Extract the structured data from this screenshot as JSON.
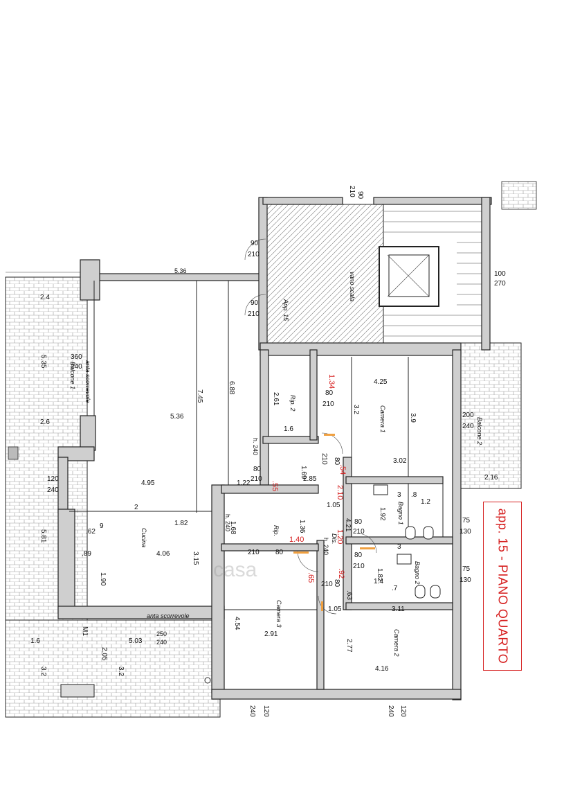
{
  "title": "app. 15 - PIANO QUARTO",
  "watermark": "casa",
  "rooms": {
    "balcone1": "Balcone 1",
    "balcone2": "Balcone 2",
    "vano_scala": "vano scala",
    "app15": "App. 15",
    "rip2": "Rip. 2",
    "rip": "Rip.",
    "camera1": "Camera 1",
    "camera2": "Camera 2",
    "camera3": "Camera 3",
    "cucina": "Cucina",
    "bagno1": "Bagno 1",
    "bagno2": "Bagno 2",
    "dis": "Dis.",
    "anta1": "anta scorrevole",
    "anta2": "anta scorrevole",
    "m1": "M1",
    "h240a": "h. 240",
    "h240b": "h. 240",
    "h240c": "h. 240"
  },
  "dims": {
    "d210_top": "210",
    "d90_top": "90",
    "d90a": "90",
    "d210a": "210",
    "d90b": "90",
    "d210b": "210",
    "d100": "100",
    "d270": "270",
    "d536_top": "5.36",
    "d24": "2.4",
    "d535": "5.35",
    "d360": "360",
    "d240a": "240",
    "d26": "2.6",
    "d745": "7.45",
    "d536": "5.36",
    "d688": "6.88",
    "d120a": "120",
    "d240b": "240",
    "d495": "4.95",
    "d122": "1.22",
    "d2": "2",
    "d182": "1.82",
    "d168": "1.68",
    "d581": "5.81",
    "d62": ".62",
    "d9": "9",
    "d89": ".89",
    "d406": "4.06",
    "d315": "3.15",
    "d190": "1.90",
    "d16": "1.6",
    "d503": "5.03",
    "d250": "250",
    "d240c": "240",
    "d205": "2.05",
    "d32a": "3.2",
    "d32b": "3.2",
    "d261": "2.61",
    "d134": "1.34",
    "d80a": "80",
    "d210c": "210",
    "d16b": "1.6",
    "d425": "4.25",
    "d32c": "3.2",
    "d39": "3.9",
    "d200": "200",
    "d240d": "240",
    "d302": "3.02",
    "d216": "2.16",
    "d210d": "210",
    "d80b": "80",
    "d54": ".54",
    "d169": "1.69",
    "d285": "2.85",
    "d80c": "80",
    "d210e": "210",
    "d55": ".55",
    "d210f": "2.10",
    "d105": "1.05",
    "d3a": "3",
    "d8": ".8",
    "d12": "1.2",
    "d192": "1.92",
    "d75a": "75",
    "d130a": "130",
    "d136": "1.36",
    "d140": "1.40",
    "d210g": "210",
    "d80d": "80",
    "d421": "4.21",
    "d80e": "80",
    "d210h": "210",
    "d120b": "1.20",
    "d3b": "3",
    "d80f": "80",
    "d210i": "210",
    "d75b": "75",
    "d130b": "130",
    "d65": ".65",
    "d92": ".92",
    "d210j": "210",
    "d80g": "80",
    "d182b": "1.82",
    "d14": "1.4",
    "d7": ".7",
    "d63": ".63",
    "d105b": "1.05",
    "d311": "3.11",
    "d454": "4.54",
    "d291": "2.91",
    "d277": "2.77",
    "d416": "4.16",
    "d240e": "240",
    "d120c": "120",
    "d240f": "240",
    "d120d": "120"
  }
}
